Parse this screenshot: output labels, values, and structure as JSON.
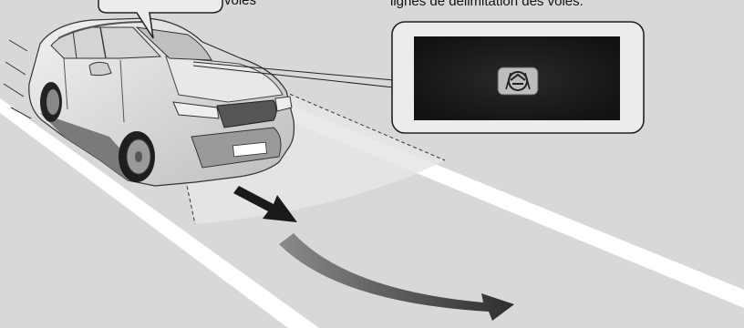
{
  "callouts": {
    "top_left_fragment": "voies",
    "top_right_text": "lignes de délimitation des voies."
  },
  "indicator": {
    "icon": "lane-keeping-assist-icon",
    "state": "active"
  },
  "colors": {
    "road": "#d8d8d8",
    "lane_line": "#ffffff",
    "sensor_zone": "#e4e4e4",
    "inset_panel": "#1b1b1b",
    "arrow_dark": "#1a1a1a",
    "arrow_gradient_start": "#8a8a8a",
    "arrow_gradient_end": "#333333",
    "callout_fill": "#e6e6e6",
    "callout_stroke": "#222222"
  }
}
